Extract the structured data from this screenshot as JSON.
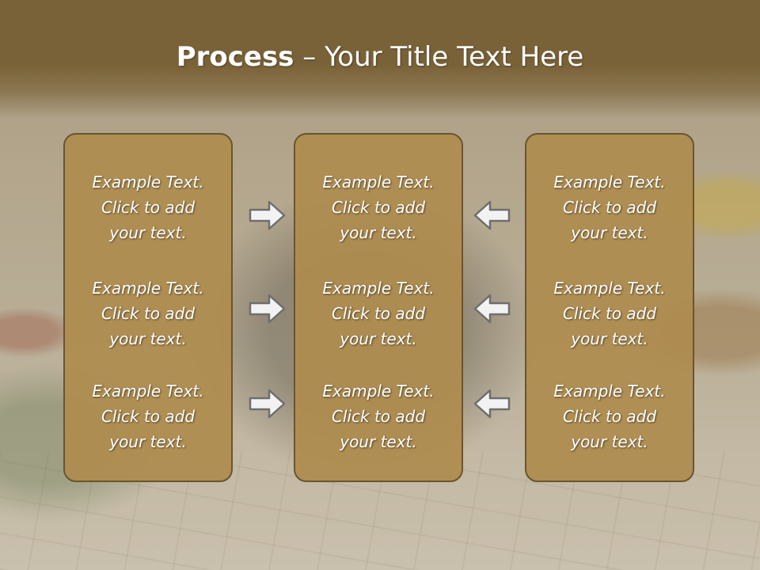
{
  "slide": {
    "title_bold": "Process",
    "title_rest": " – Your Title Text Here"
  },
  "columns": [
    {
      "items": [
        "Example Text.\nClick  to add\nyour text.",
        "Example Text.\nClick  to add\nyour text.",
        "Example Text.\nClick  to add\nyour text."
      ]
    },
    {
      "items": [
        "Example Text.\nClick  to add\nyour text.",
        "Example Text.\nClick  to add\nyour text.",
        "Example Text.\nClick  to add\nyour text."
      ]
    },
    {
      "items": [
        "Example Text.\nClick  to add\nyour text.",
        "Example Text.\nClick  to add\nyour text.",
        "Example Text.\nClick  to add\nyour text."
      ]
    }
  ],
  "arrows": {
    "left_group": "arrow-right-icon",
    "right_group": "arrow-left-icon"
  },
  "colors": {
    "header": "#7a6238",
    "box_fill": "#ae8c4f",
    "box_border": "#6a5430",
    "text": "#ffffff"
  }
}
